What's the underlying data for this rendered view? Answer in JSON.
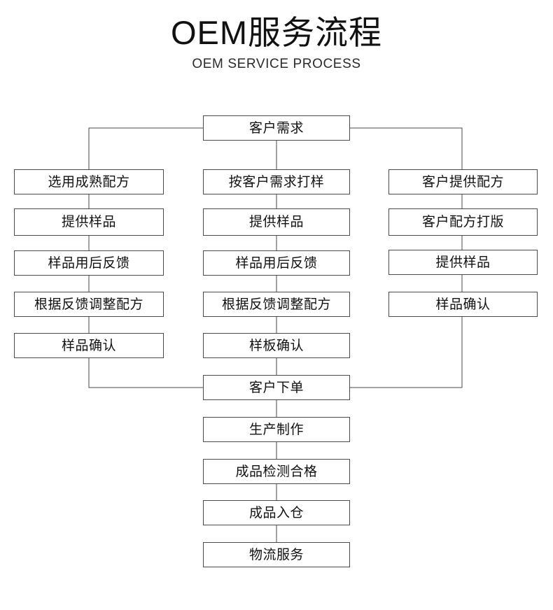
{
  "header": {
    "title": "OEM服务流程",
    "subtitle": "OEM SERVICE PROCESS"
  },
  "colors": {
    "background": "#ffffff",
    "box_border": "#4a4a4a",
    "connector": "#4a4a4a",
    "text": "#111111"
  },
  "chart_data": {
    "type": "diagram",
    "title": "OEM服务流程",
    "subtitle": "OEM SERVICE PROCESS",
    "diagram_kind": "flowchart",
    "orientation": "top-down, three parallel branches merging",
    "start_node": "客户需求",
    "merge_node": "客户下单",
    "end_node": "物流服务",
    "branches": [
      {
        "name": "left-branch",
        "steps": [
          "选用成熟配方",
          "提供样品",
          "样品用后反馈",
          "根据反馈调整配方",
          "样品确认"
        ]
      },
      {
        "name": "middle-branch",
        "steps": [
          "按客户需求打样",
          "提供样品",
          "样品用后反馈",
          "根据反馈调整配方",
          "样板确认"
        ]
      },
      {
        "name": "right-branch",
        "steps": [
          "客户提供配方",
          "客户配方打版",
          "提供样品",
          "样品确认"
        ]
      }
    ],
    "tail_steps": [
      "客户下单",
      "生产制作",
      "成品检测合格",
      "成品入仓",
      "物流服务"
    ]
  },
  "nodes": {
    "start": {
      "label": "客户需求"
    },
    "left": {
      "s0": {
        "label": "选用成熟配方"
      },
      "s1": {
        "label": "提供样品"
      },
      "s2": {
        "label": "样品用后反馈"
      },
      "s3": {
        "label": "根据反馈调整配方"
      },
      "s4": {
        "label": "样品确认"
      }
    },
    "middle": {
      "s0": {
        "label": "按客户需求打样"
      },
      "s1": {
        "label": "提供样品"
      },
      "s2": {
        "label": "样品用后反馈"
      },
      "s3": {
        "label": "根据反馈调整配方"
      },
      "s4": {
        "label": "样板确认"
      }
    },
    "right": {
      "s0": {
        "label": "客户提供配方"
      },
      "s1": {
        "label": "客户配方打版"
      },
      "s2": {
        "label": "提供样品"
      },
      "s3": {
        "label": "样品确认"
      }
    },
    "tail": {
      "t0": {
        "label": "客户下单"
      },
      "t1": {
        "label": "生产制作"
      },
      "t2": {
        "label": "成品检测合格"
      },
      "t3": {
        "label": "成品入仓"
      },
      "t4": {
        "label": "物流服务"
      }
    }
  }
}
